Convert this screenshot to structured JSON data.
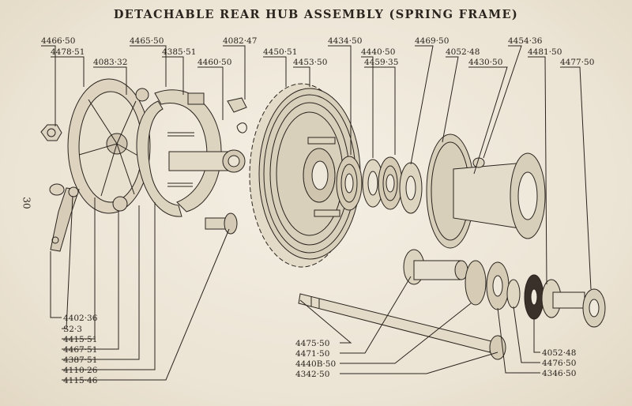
{
  "title": "DETACHABLE REAR HUB ASSEMBLY (SPRING FRAME)",
  "page_number": "30",
  "part_numbers_top": [
    "4466·50",
    "4478·51",
    "4083·32",
    "4465·50",
    "4385·51",
    "4082·47",
    "4460·50",
    "4450·51",
    "4453·50",
    "4434·50",
    "4440·50",
    "4459·35",
    "4469·50",
    "4052·48",
    "4430·50",
    "4454·36",
    "4481·50",
    "4477·50"
  ],
  "part_numbers_bottom_left": [
    "4402·36",
    "S2·3",
    "4415·51",
    "4467·51",
    "4387·51",
    "4110·26",
    "4115·46"
  ],
  "part_numbers_bottom_center": [
    "4475·50",
    "4471·50",
    "4440B·50",
    "4342·50"
  ],
  "part_numbers_bottom_right": [
    "4052·48",
    "4476·50",
    "4346·50"
  ]
}
